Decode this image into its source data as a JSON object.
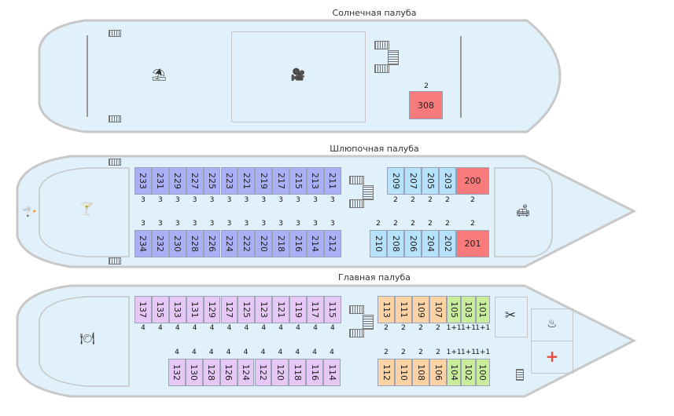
{
  "colors": {
    "hull_fill": "#e0f1fb",
    "hull_border": "#c8c8c8",
    "cabin_3_berth": "#aab0f5",
    "cabin_2_berth_blue": "#b7e2fb",
    "cabin_suite_red": "#f97a7a",
    "cabin_4_berth": "#e6c8f7",
    "cabin_2_berth_orange": "#fdd3a6",
    "cabin_single_green": "#c8ee9c",
    "medical_cross": "#f04a3e"
  },
  "decks": {
    "sun": {
      "title": "Солнечная палуба",
      "icons": [
        "beach-umbrella-icon",
        "movie-camera-icon",
        "stairs-icon"
      ],
      "cabins": [
        {
          "number": "308",
          "capacity": "2",
          "type": "suite"
        }
      ]
    },
    "boat": {
      "title": "Шлюпочная палуба",
      "icons": [
        "smoking-icon",
        "cocktail-bar-icon",
        "sofa-lounge-icon",
        "stairs-icon"
      ],
      "top_row_3": [
        {
          "number": "233",
          "capacity": "3"
        },
        {
          "number": "231",
          "capacity": "3"
        },
        {
          "number": "229",
          "capacity": "3"
        },
        {
          "number": "227",
          "capacity": "3"
        },
        {
          "number": "225",
          "capacity": "3"
        },
        {
          "number": "223",
          "capacity": "3"
        },
        {
          "number": "221",
          "capacity": "3"
        },
        {
          "number": "219",
          "capacity": "3"
        },
        {
          "number": "217",
          "capacity": "3"
        },
        {
          "number": "215",
          "capacity": "3"
        },
        {
          "number": "213",
          "capacity": "3"
        },
        {
          "number": "211",
          "capacity": "3"
        }
      ],
      "bottom_row_3": [
        {
          "number": "234",
          "capacity": "3"
        },
        {
          "number": "232",
          "capacity": "3"
        },
        {
          "number": "230",
          "capacity": "3"
        },
        {
          "number": "228",
          "capacity": "3"
        },
        {
          "number": "226",
          "capacity": "3"
        },
        {
          "number": "224",
          "capacity": "3"
        },
        {
          "number": "222",
          "capacity": "3"
        },
        {
          "number": "220",
          "capacity": "3"
        },
        {
          "number": "218",
          "capacity": "3"
        },
        {
          "number": "216",
          "capacity": "3"
        },
        {
          "number": "214",
          "capacity": "3"
        },
        {
          "number": "212",
          "capacity": "3"
        }
      ],
      "top_row_2": [
        {
          "number": "209",
          "capacity": "2"
        },
        {
          "number": "207",
          "capacity": "2"
        },
        {
          "number": "205",
          "capacity": "2"
        },
        {
          "number": "203",
          "capacity": "2"
        }
      ],
      "bottom_row_2": [
        {
          "number": "210",
          "capacity": "2"
        },
        {
          "number": "208",
          "capacity": "2"
        },
        {
          "number": "206",
          "capacity": "2"
        },
        {
          "number": "204",
          "capacity": "2"
        },
        {
          "number": "202",
          "capacity": "2"
        }
      ],
      "suites": [
        {
          "number": "200",
          "capacity": "2"
        },
        {
          "number": "201",
          "capacity": "2"
        }
      ]
    },
    "main": {
      "title": "Главная палуба",
      "icons": [
        "restaurant-icon",
        "scissors-icon",
        "sauna-icon",
        "medical-cross-icon",
        "stairs-icon"
      ],
      "top_row_4": [
        {
          "number": "137",
          "capacity": "4"
        },
        {
          "number": "135",
          "capacity": "4"
        },
        {
          "number": "133",
          "capacity": "4"
        },
        {
          "number": "131",
          "capacity": "4"
        },
        {
          "number": "129",
          "capacity": "4"
        },
        {
          "number": "127",
          "capacity": "4"
        },
        {
          "number": "125",
          "capacity": "4"
        },
        {
          "number": "123",
          "capacity": "4"
        },
        {
          "number": "121",
          "capacity": "4"
        },
        {
          "number": "119",
          "capacity": "4"
        },
        {
          "number": "117",
          "capacity": "4"
        },
        {
          "number": "115",
          "capacity": "4"
        }
      ],
      "bottom_row_4": [
        {
          "number": "132",
          "capacity": "4"
        },
        {
          "number": "130",
          "capacity": "4"
        },
        {
          "number": "128",
          "capacity": "4"
        },
        {
          "number": "126",
          "capacity": "4"
        },
        {
          "number": "124",
          "capacity": "4"
        },
        {
          "number": "122",
          "capacity": "4"
        },
        {
          "number": "120",
          "capacity": "4"
        },
        {
          "number": "118",
          "capacity": "4"
        },
        {
          "number": "116",
          "capacity": "4"
        },
        {
          "number": "114",
          "capacity": "4"
        }
      ],
      "top_row_2": [
        {
          "number": "113",
          "capacity": "2"
        },
        {
          "number": "111",
          "capacity": "2"
        },
        {
          "number": "109",
          "capacity": "2"
        },
        {
          "number": "107",
          "capacity": "2"
        }
      ],
      "bottom_row_2": [
        {
          "number": "112",
          "capacity": "2"
        },
        {
          "number": "110",
          "capacity": "2"
        },
        {
          "number": "108",
          "capacity": "2"
        },
        {
          "number": "106",
          "capacity": "2"
        }
      ],
      "top_row_single": [
        {
          "number": "105",
          "capacity": "1+1"
        },
        {
          "number": "103",
          "capacity": "1+1"
        },
        {
          "number": "101",
          "capacity": "1+1"
        }
      ],
      "bottom_row_single": [
        {
          "number": "104",
          "capacity": "1+1"
        },
        {
          "number": "102",
          "capacity": "1+1"
        },
        {
          "number": "100",
          "capacity": "1+1"
        }
      ]
    }
  }
}
